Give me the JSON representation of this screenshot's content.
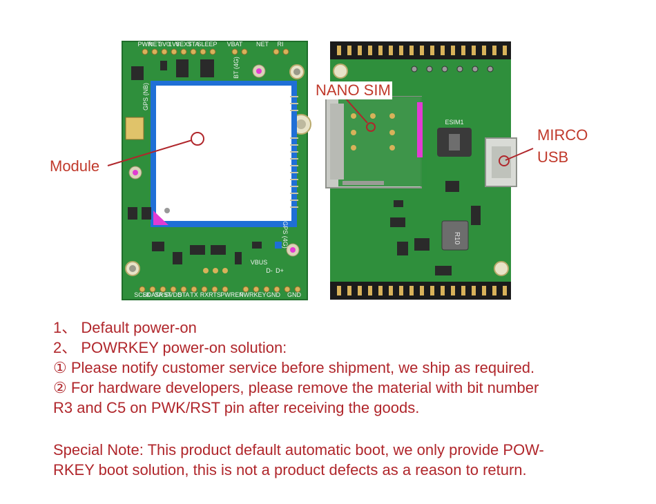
{
  "colors": {
    "text_red": "#b0262b",
    "pcb_green": "#2f8f3c",
    "pcb_dark": "#1f6d2a",
    "module_blue": "#1f6fd6",
    "gold": "#d8b25a",
    "magenta": "#e23bd3"
  },
  "callouts": {
    "module": "Module",
    "nano_sim": "NANO SIM",
    "mirco": "MIRCO",
    "usb": "USB"
  },
  "silkscreen": {
    "left_top": [
      "PWR",
      "NET",
      "3V0",
      "1V8",
      "VEXT",
      "STA",
      "SLEEP"
    ],
    "left_top_right": [
      "VBAT",
      "NET",
      "RI"
    ],
    "bt": "BT (4G)",
    "gps_nb": "GPS (NB)",
    "gps_4g": "GPS (4G)",
    "left_bottom": [
      "SCLK",
      "SDATA",
      "SRST",
      "SVDD",
      "STA",
      "TX",
      "RX",
      "RTS",
      "PWREN",
      "PWRKEY",
      "GND",
      "GND"
    ],
    "vbus": "VBUS",
    "d_minus": "D-",
    "d_plus": "D+",
    "esim": "ESIM1",
    "r10": "R10"
  },
  "notes": {
    "line1": "1、 Default power-on",
    "line2": "2、 POWRKEY power-on solution:",
    "line3": "① Please notify customer service before shipment, we ship as required.",
    "line4a": "② For hardware developers, please remove the material with bit number",
    "line4b": "R3 and C5 on PWK/RST pin after receiving the goods.",
    "special_a": "Special Note: This product default automatic boot, we only provide POW-",
    "special_b": "RKEY boot solution, this is not a product defects as a reason to return."
  }
}
